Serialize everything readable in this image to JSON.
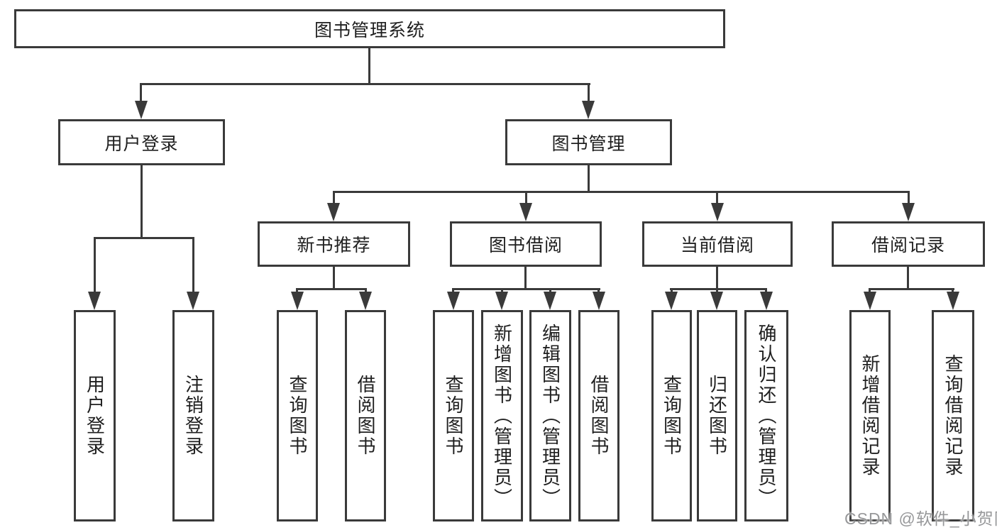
{
  "diagram": {
    "title": "图书管理系统",
    "root": {
      "label": "图书管理系统"
    },
    "branches": [
      {
        "label": "用户登录",
        "children": [
          {
            "label": "用户登录"
          },
          {
            "label": "注销登录"
          }
        ]
      },
      {
        "label": "图书管理",
        "children": [
          {
            "label": "新书推荐",
            "children": [
              {
                "label": "查询图书"
              },
              {
                "label": "借阅图书"
              }
            ]
          },
          {
            "label": "图书借阅",
            "children": [
              {
                "label": "查询图书"
              },
              {
                "label": "新增图书（管理员）"
              },
              {
                "label": "编辑图书（管理员）"
              },
              {
                "label": "借阅图书"
              }
            ]
          },
          {
            "label": "当前借阅",
            "children": [
              {
                "label": "查询图书"
              },
              {
                "label": "归还图书"
              },
              {
                "label": "确认归还（管理员）"
              }
            ]
          },
          {
            "label": "借阅记录",
            "children": [
              {
                "label": "新增借阅记录"
              },
              {
                "label": "查询借阅记录"
              }
            ]
          }
        ]
      }
    ]
  },
  "watermark": {
    "text": "CSDN @软件_小贺同学"
  },
  "colors": {
    "line": "#3a3a3a",
    "text": "#1f1f1f",
    "watermark": "#97989a",
    "background": "#ffffff"
  }
}
